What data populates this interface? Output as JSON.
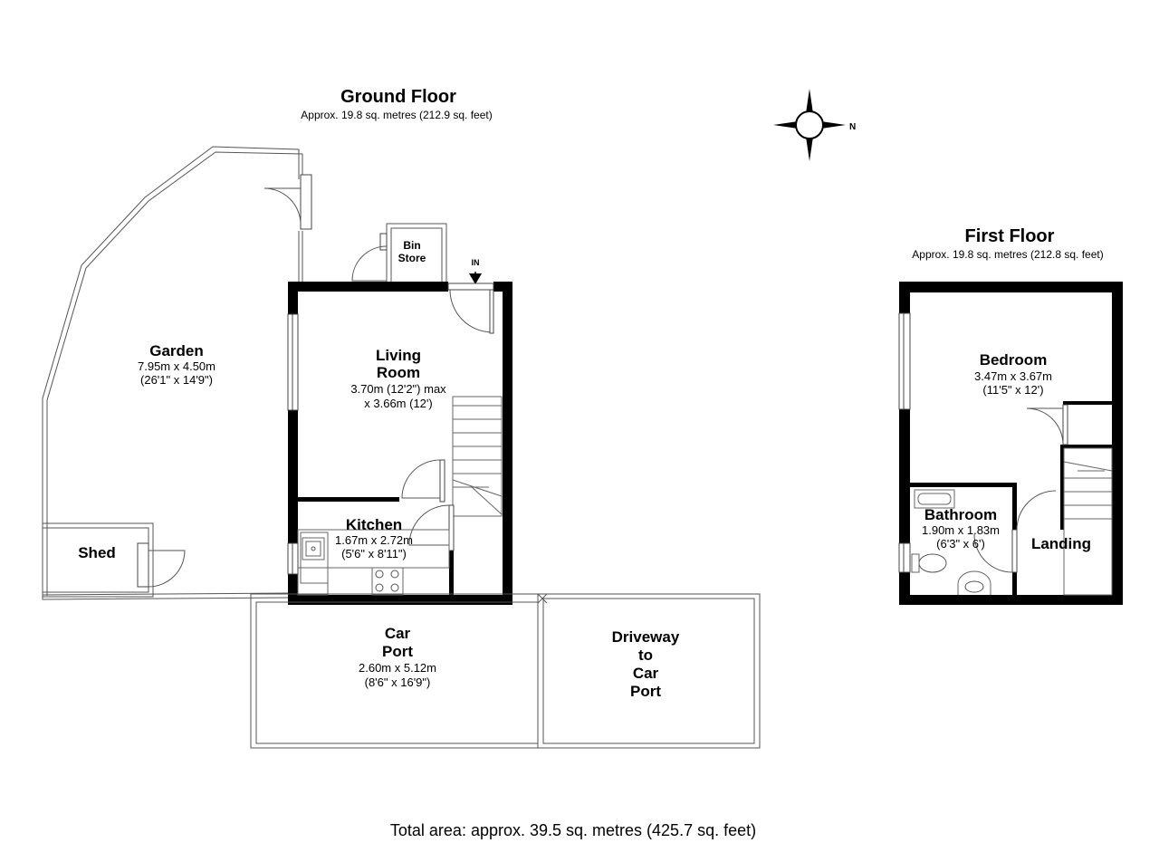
{
  "ground_floor": {
    "title": "Ground Floor",
    "area": "Approx. 19.8 sq. metres (212.9 sq. feet)",
    "rooms": {
      "garden": {
        "name": "Garden",
        "dim_metric": "7.95m x 4.50m",
        "dim_imperial": "(26'1\" x 14'9\")"
      },
      "shed": {
        "name": "Shed"
      },
      "bin_store": {
        "line1": "Bin",
        "line2": "Store"
      },
      "entrance": {
        "label": "IN"
      },
      "living_room": {
        "line1": "Living",
        "line2": "Room",
        "dim_line1": "3.70m (12'2\") max",
        "dim_line2": "x 3.66m (12')"
      },
      "kitchen": {
        "name": "Kitchen",
        "dim_metric": "1.67m x 2.72m",
        "dim_imperial": "(5'6\" x 8'11\")"
      },
      "car_port": {
        "line1": "Car",
        "line2": "Port",
        "dim_metric": "2.60m x 5.12m",
        "dim_imperial": "(8'6\" x 16'9\")"
      },
      "driveway": {
        "line1": "Driveway",
        "line2": "to",
        "line3": "Car",
        "line4": "Port"
      }
    }
  },
  "first_floor": {
    "title": "First Floor",
    "area": "Approx. 19.8 sq. metres (212.8 sq. feet)",
    "rooms": {
      "bedroom": {
        "name": "Bedroom",
        "dim_metric": "3.47m x 3.67m",
        "dim_imperial": "(11'5\" x 12')"
      },
      "bathroom": {
        "name": "Bathroom",
        "dim_metric": "1.90m x 1.83m",
        "dim_imperial": "(6'3\" x 6')"
      },
      "landing": {
        "name": "Landing"
      }
    }
  },
  "compass": {
    "label": "N",
    "icon": "compass-rose-icon"
  },
  "total_area": "Total area: approx. 39.5 sq. metres (425.7 sq. feet)"
}
